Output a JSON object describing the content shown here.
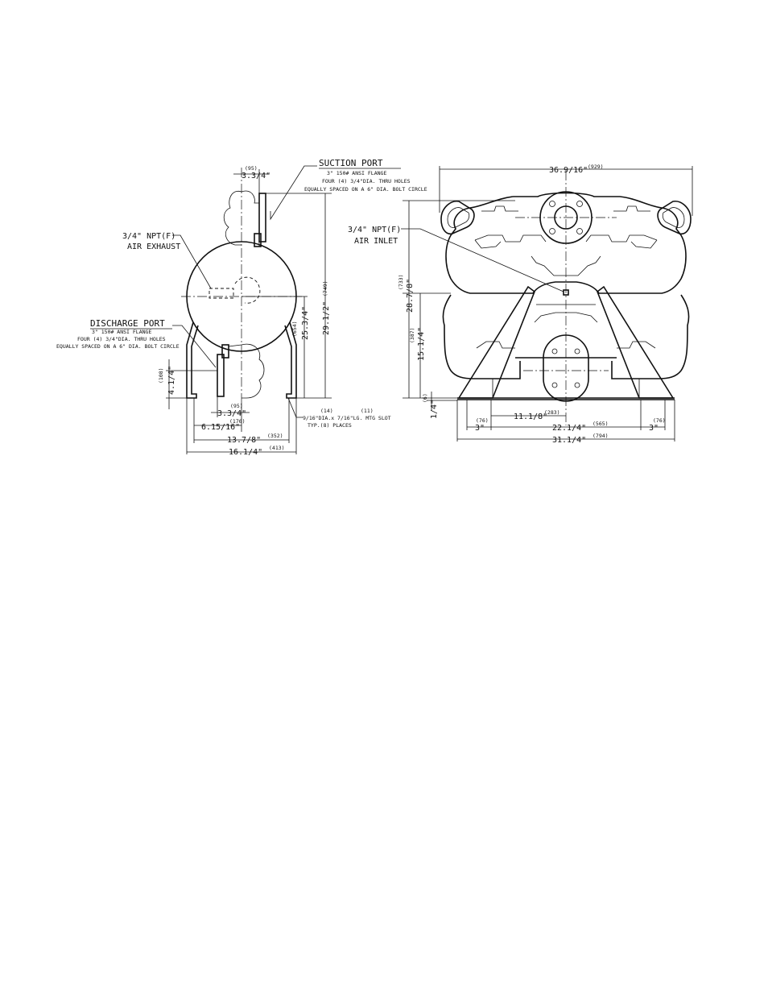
{
  "side_view": {
    "suction_port": {
      "title": "SUCTION PORT",
      "line1": "3\" 150# ANSI FLANGE",
      "line2": "FOUR (4) 3/4\"DIA. THRU HOLES",
      "line3": "EQUALLY SPACED ON A 6\" DIA. BOLT CIRCLE"
    },
    "air_exhaust": {
      "line1": "3/4\" NPT(F)",
      "line2": "AIR EXHAUST"
    },
    "discharge_port": {
      "title": "DISCHARGE PORT",
      "line1": "3\" 150# ANSI FLANGE",
      "line2": "FOUR (4) 3/4\"DIA. THRU HOLES",
      "line3": "EQUALLY SPACED ON A 6\" DIA. BOLT CIRCLE"
    },
    "dims": {
      "top_flange": "3.3/4\"",
      "top_flange_mm": "(95)",
      "height_inlet": "25.3/4\"",
      "height_inlet_mm": "(654)",
      "height_total": "29.1/2\"",
      "height_total_mm": "(749)",
      "discharge_height": "4.1/4\"",
      "discharge_height_mm": "(108)",
      "bottom_flange": "3.3/4\"",
      "bottom_flange_mm": "(95)",
      "offset": "6.15/16\"",
      "offset_mm": "(176)",
      "base_inner": "13.7/8\"",
      "base_inner_mm": "(352)",
      "base_outer": "16.1/4\"",
      "base_outer_mm": "(413)",
      "slot_line1": "9/16\"DIA.x 7/16\"LG. MTG SLOT",
      "slot_line2": "TYP.(8) PLACES",
      "slot_mm_a": "(14)",
      "slot_mm_b": "(11)"
    }
  },
  "front_view": {
    "air_inlet": {
      "line1": "3/4\" NPT(F)",
      "line2": "AIR INLET"
    },
    "dims": {
      "width_total": "36.9/16\"",
      "width_total_mm": "(929)",
      "height_inlet": "28.7/8\"",
      "height_inlet_mm": "(733)",
      "height_discharge": "15.1/4\"",
      "height_discharge_mm": "(387)",
      "foot_thickness": "1/4\"",
      "foot_thickness_mm": "(6)",
      "half_span": "11.1/8\"",
      "half_span_mm": "(283)",
      "slot_span": "22.1/4\"",
      "slot_span_mm": "(565)",
      "foot_left": "3\"",
      "foot_left_mm": "(76)",
      "foot_right": "3\"",
      "foot_right_mm": "(76)",
      "base_width": "31.1/4\"",
      "base_width_mm": "(794)"
    }
  }
}
